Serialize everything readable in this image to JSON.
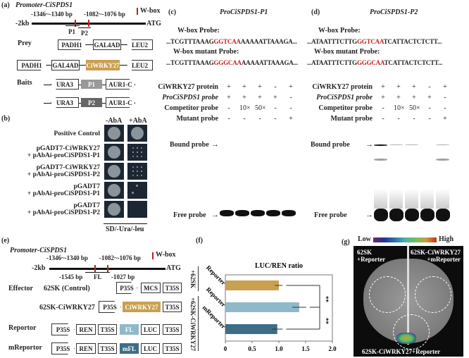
{
  "panel_a": {
    "label": "(a)",
    "title": "Promoter-CiSPDS1",
    "site1": "-1346~-1340 bp",
    "site2": "-1082~-1076 bp",
    "legend": "W-box",
    "left": "-2kb",
    "right": "ATG",
    "p1": "P1",
    "p2": "P2",
    "prey_label": "Prey",
    "baits_label": "Baits",
    "padh1": "PADH1",
    "gal4ad": "GAL4AD",
    "leu2": "LEU2",
    "wrky": "CiWRKY27",
    "ura3": "URA3",
    "aur1c": "AUR1-C"
  },
  "panel_b": {
    "label": "(b)",
    "col_minus": "-AbA",
    "col_plus": "+AbA",
    "rows": [
      {
        "l1": "Positive Control",
        "l2": ""
      },
      {
        "l1": "pGADT7-CiWRKY27",
        "l2": "+ pAbAi-proCiSPDS1-P1"
      },
      {
        "l1": "pGADT7-CiWRKY27",
        "l2": "+ pAbAi-proCiSPDS1-P2"
      },
      {
        "l1": "pGADT7",
        "l2": "+ pAbAi-proCiSPDS1-P1"
      },
      {
        "l1": "pGADT7",
        "l2": "+ pAbAi-proCiSPDS1-P2"
      }
    ],
    "medium": "SD/-Ura/-leu"
  },
  "panel_c": {
    "label": "(c)",
    "title": "ProCiSPDS1-P1",
    "wbox_probe": "W-box Probe:",
    "seq_pre": "...TCGTTTAAAG",
    "seq_site": "GGTCAA",
    "seq_post": "AAAAATTAAAGA...",
    "mut_probe": "W-box mutant Probe:",
    "mseq_pre": "...TCGTTTAAAG",
    "mseq_site": "GGGCAA",
    "mseq_post": "AAAAATTAAAGA...",
    "bound": "Bound probe",
    "free": "Free probe"
  },
  "panel_d": {
    "label": "(d)",
    "title": "ProCiSPDS1-P2",
    "wbox_probe": "W-box Probe:",
    "seq_pre": "...ATAATTTCTTG",
    "seq_site": "GGTCAA",
    "seq_post": "TCATTACTCTCTT...",
    "mut_probe": "W-box mutant Probe:",
    "mseq_pre": "...ATAATTTCTTG",
    "mseq_site": "GGGCAA",
    "mseq_post": "TCATTACTCTCTT...",
    "bound": "Bound probe",
    "free": "Free probe"
  },
  "emsa_table": {
    "rows": [
      {
        "name": "CiWRKY27 protein",
        "vals": [
          "+",
          "+",
          "+",
          "-",
          "+"
        ]
      },
      {
        "name": "ProCiSPDS1 probe",
        "vals": [
          "+",
          "+",
          "+",
          "+",
          "-"
        ]
      },
      {
        "name": "Competitor probe",
        "vals": [
          "-",
          "10×",
          "50×",
          "-",
          "-"
        ]
      },
      {
        "name": "Mutant probe",
        "vals": [
          "-",
          "-",
          "-",
          "-",
          "+"
        ]
      }
    ]
  },
  "panel_e": {
    "label": "(e)",
    "title": "Promoter-CiSPDS1",
    "site1": "-1346~-1340 bp",
    "site2": "-1082~-1076 bp",
    "legend": "W-box",
    "left": "-2kb",
    "right": "ATG",
    "fl_start": "-1545 bp",
    "fl": "FL",
    "fl_end": "-1027 bp",
    "effector": "Effector",
    "ctrl": "62SK (Control)",
    "wrky_construct": "62SK-CiWRKY27",
    "reportor": "Reportor",
    "mreportor": "mReportor",
    "p35s": "P35S",
    "mcs": "MCS",
    "t35s": "T35S",
    "wrky": "CiWRKY27",
    "ren": "REN",
    "luc": "LUC",
    "mfl": "mFL"
  },
  "panel_f": {
    "label": "(f)",
    "group1": "+62SK",
    "group2": "+62SK-CiWRKY27",
    "sig": "**"
  },
  "chart_data": {
    "type": "bar",
    "orientation": "horizontal",
    "title": "LUC/REN ratio",
    "categories": [
      "Reporter",
      "Reporter",
      "mReporter"
    ],
    "values": [
      1.0,
      1.38,
      0.97
    ],
    "errors": [
      0.07,
      0.13,
      0.1
    ],
    "colors": [
      "#c9a050",
      "#8fb9c9",
      "#3e6e86"
    ],
    "xlim": [
      0,
      2.0
    ],
    "xticks": [
      "0",
      "0.5",
      "1.0",
      "1.5",
      "2.0"
    ],
    "annotations": [
      "**",
      "**"
    ]
  },
  "panel_g": {
    "label": "(g)",
    "low": "Low",
    "high": "High",
    "tl": "62SK",
    "tl2": "+Reporter",
    "tr": "62SK-CiWRKY27",
    "tr2": "+mReporter",
    "bottom": "62SK-CiWRKY27+Reporter"
  }
}
